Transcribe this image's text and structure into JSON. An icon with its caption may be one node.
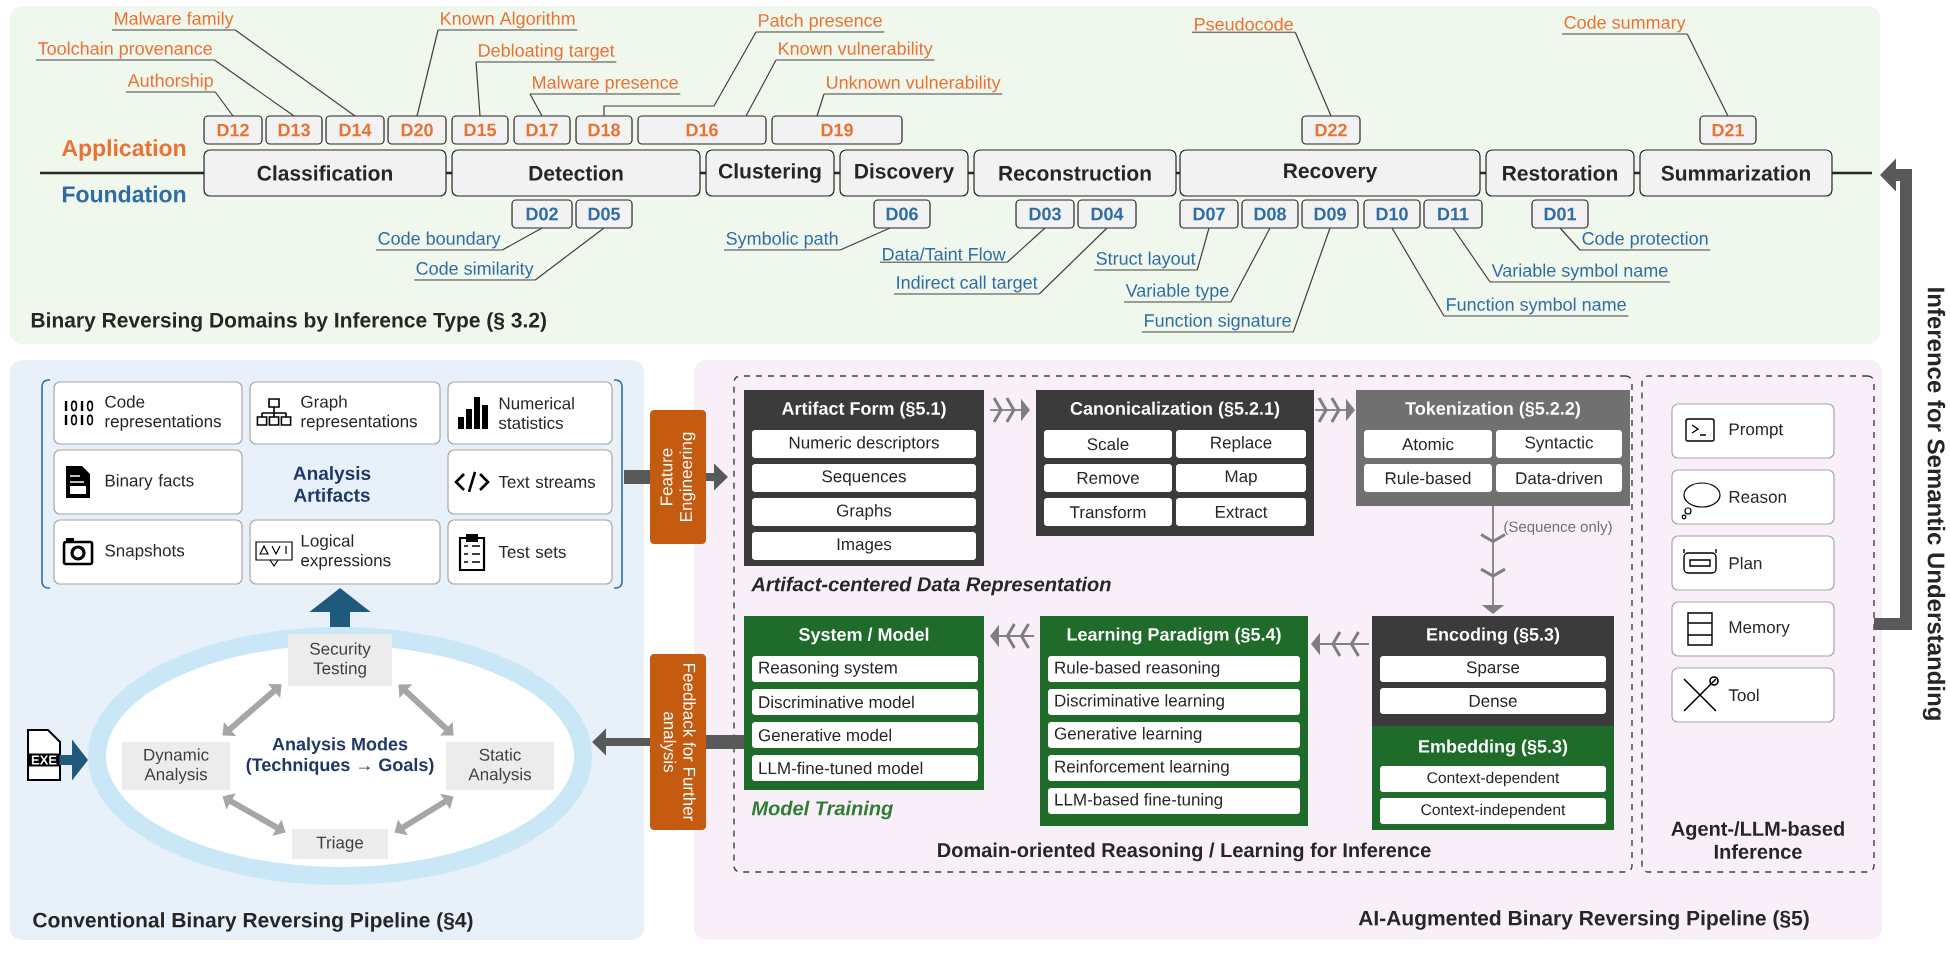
{
  "diagram": {
    "nodes": [
      {
        "text": [
          "Binary Reversing Domains by Inference Type (§ 3.2)"
        ]
      },
      {
        "text": [
          "Classification"
        ],
        "in": 0
      },
      {
        "text": [
          "Detection"
        ],
        "in": 0
      },
      {
        "text": [
          "Clustering"
        ],
        "in": 0
      },
      {
        "text": [
          "Discovery"
        ],
        "in": 0
      },
      {
        "text": [
          "Reconstruction"
        ],
        "in": 0
      },
      {
        "text": [
          "Recovery"
        ],
        "in": 0
      },
      {
        "text": [
          "Restoration"
        ],
        "in": 0
      },
      {
        "text": [
          "Summarization"
        ],
        "in": 0
      },
      {
        "text": [
          "D12"
        ],
        "in": 0
      },
      {
        "text": [
          "D13"
        ],
        "in": 0
      },
      {
        "text": [
          "D14"
        ],
        "in": 0
      },
      {
        "text": [
          "D20"
        ],
        "in": 0
      },
      {
        "text": [
          "D15"
        ],
        "in": 0
      },
      {
        "text": [
          "D17"
        ],
        "in": 0
      },
      {
        "text": [
          "D18"
        ],
        "in": 0
      },
      {
        "text": [
          "D16"
        ],
        "in": 0
      },
      {
        "text": [
          "D19"
        ],
        "in": 0
      },
      {
        "text": [
          "D22"
        ],
        "in": 0
      },
      {
        "text": [
          "D21"
        ],
        "in": 0
      },
      {
        "text": [
          "D02"
        ],
        "in": 0
      },
      {
        "text": [
          "D05"
        ],
        "in": 0
      },
      {
        "text": [
          "D06"
        ],
        "in": 0
      },
      {
        "text": [
          "D03"
        ],
        "in": 0
      },
      {
        "text": [
          "D04"
        ],
        "in": 0
      },
      {
        "text": [
          "D07"
        ],
        "in": 0
      },
      {
        "text": [
          "D08"
        ],
        "in": 0
      },
      {
        "text": [
          "D09"
        ],
        "in": 0
      },
      {
        "text": [
          "D10"
        ],
        "in": 0
      },
      {
        "text": [
          "D11"
        ],
        "in": 0
      },
      {
        "text": [
          "D01"
        ],
        "in": 0
      },
      {
        "text": [
          "Malware family"
        ],
        "in": 0
      },
      {
        "text": [
          "Toolchain provenance"
        ],
        "in": 0
      },
      {
        "text": [
          "Authorship"
        ],
        "in": 0
      },
      {
        "text": [
          "Known Algorithm"
        ],
        "in": 0
      },
      {
        "text": [
          "Debloating target"
        ],
        "in": 0
      },
      {
        "text": [
          "Malware presence"
        ],
        "in": 0
      },
      {
        "text": [
          "Patch presence"
        ],
        "in": 0
      },
      {
        "text": [
          "Known vulnerability"
        ],
        "in": 0
      },
      {
        "text": [
          "Unknown vulnerability"
        ],
        "in": 0
      },
      {
        "text": [
          "Pseudocode"
        ],
        "in": 0
      },
      {
        "text": [
          "Code summary"
        ],
        "in": 0
      },
      {
        "text": [
          "Code boundary"
        ],
        "in": 0
      },
      {
        "text": [
          "Code similarity"
        ],
        "in": 0
      },
      {
        "text": [
          "Symbolic path"
        ],
        "in": 0
      },
      {
        "text": [
          "Data/Taint Flow"
        ],
        "in": 0
      },
      {
        "text": [
          "Indirect call target"
        ],
        "in": 0
      },
      {
        "text": [
          "Struct layout"
        ],
        "in": 0
      },
      {
        "text": [
          "Variable type"
        ],
        "in": 0
      },
      {
        "text": [
          "Function signature"
        ],
        "in": 0
      },
      {
        "text": [
          "Function symbol name"
        ],
        "in": 0
      },
      {
        "text": [
          "Variable symbol name"
        ],
        "in": 0
      },
      {
        "text": [
          "Code protection"
        ],
        "in": 0
      },
      {
        "text": [
          "Conventional Binary Reversing Pipeline (§4)"
        ]
      },
      {
        "text": [
          "Analysis Artifacts"
        ],
        "in": 53
      },
      {
        "text": [
          "Code representations"
        ],
        "in": 54
      },
      {
        "text": [
          "Graph representations"
        ],
        "in": 54
      },
      {
        "text": [
          "Numerical statistics"
        ],
        "in": 54
      },
      {
        "text": [
          "Binary facts"
        ],
        "in": 54
      },
      {
        "text": [
          "Text streams"
        ],
        "in": 54
      },
      {
        "text": [
          "Snapshots"
        ],
        "in": 54
      },
      {
        "text": [
          "Logical expressions"
        ],
        "in": 54
      },
      {
        "text": [
          "Test sets"
        ],
        "in": 54
      },
      {
        "text": [
          "Analysis Modes (Techniques → Goals)"
        ],
        "in": 53
      },
      {
        "text": [
          "Security Testing"
        ],
        "in": 63
      },
      {
        "text": [
          "Dynamic Analysis"
        ],
        "in": 63
      },
      {
        "text": [
          "Static Analysis"
        ],
        "in": 63
      },
      {
        "text": [
          "Triage"
        ],
        "in": 63
      },
      {
        "text": [
          "EXE"
        ],
        "in": 53
      },
      {
        "text": [
          "Feature Engineering"
        ]
      },
      {
        "text": [
          "Feedback for Further analysis"
        ]
      },
      {
        "text": [
          "AI-Augmented Binary Reversing Pipeline (§5)"
        ]
      },
      {
        "text": [
          "Domain-oriented Reasoning / Learning for Inference"
        ],
        "in": 71
      },
      {
        "text": [
          "Artifact Form (§5.1)"
        ],
        "in": 72
      },
      {
        "text": [
          "Numeric descriptors"
        ],
        "in": 73
      },
      {
        "text": [
          "Sequences"
        ],
        "in": 73
      },
      {
        "text": [
          "Graphs"
        ],
        "in": 73
      },
      {
        "text": [
          "Images"
        ],
        "in": 73
      },
      {
        "text": [
          "Canonicalization (§5.2.1)"
        ],
        "in": 72
      },
      {
        "text": [
          "Scale"
        ],
        "in": 78
      },
      {
        "text": [
          "Replace"
        ],
        "in": 78
      },
      {
        "text": [
          "Remove"
        ],
        "in": 78
      },
      {
        "text": [
          "Map"
        ],
        "in": 78
      },
      {
        "text": [
          "Transform"
        ],
        "in": 78
      },
      {
        "text": [
          "Extract"
        ],
        "in": 78
      },
      {
        "text": [
          "Tokenization (§5.2.2)"
        ],
        "in": 72
      },
      {
        "text": [
          "Atomic"
        ],
        "in": 85
      },
      {
        "text": [
          "Syntactic"
        ],
        "in": 85
      },
      {
        "text": [
          "Rule-based"
        ],
        "in": 85
      },
      {
        "text": [
          "Data-driven"
        ],
        "in": 85
      },
      {
        "text": [
          "Encoding (§5.3)"
        ],
        "in": 72
      },
      {
        "text": [
          "Sparse"
        ],
        "in": 90
      },
      {
        "text": [
          "Dense"
        ],
        "in": 90
      },
      {
        "text": [
          "Embedding (§5.3)"
        ],
        "in": 72
      },
      {
        "text": [
          "Context-dependent"
        ],
        "in": 93
      },
      {
        "text": [
          "Context-independent"
        ],
        "in": 93
      },
      {
        "text": [
          "Learning Paradigm (§5.4)"
        ],
        "in": 72
      },
      {
        "text": [
          "Rule-based reasoning"
        ],
        "in": 96
      },
      {
        "text": [
          "Discriminative learning"
        ],
        "in": 96
      },
      {
        "text": [
          "Generative learning"
        ],
        "in": 96
      },
      {
        "text": [
          "Reinforcement learning"
        ],
        "in": 96
      },
      {
        "text": [
          "LLM-based fine-tuning"
        ],
        "in": 96
      },
      {
        "text": [
          "System / Model"
        ],
        "in": 72
      },
      {
        "text": [
          "Reasoning system"
        ],
        "in": 102
      },
      {
        "text": [
          "Discriminative model"
        ],
        "in": 102
      },
      {
        "text": [
          "Generative model"
        ],
        "in": 102
      },
      {
        "text": [
          "LLM-fine-tuned model"
        ],
        "in": 102
      },
      {
        "text": [
          "Agent-/LLM-based Inference"
        ],
        "in": 71
      },
      {
        "text": [
          "Prompt"
        ],
        "in": 107
      },
      {
        "text": [
          "Reason"
        ],
        "in": 107
      },
      {
        "text": [
          "Plan"
        ],
        "in": 107
      },
      {
        "text": [
          "Memory"
        ],
        "in": 107
      },
      {
        "text": [
          "Tool"
        ],
        "in": 107
      }
    ],
    "edges": [
      {
        "from": 31,
        "to": 11,
        "arrow": "none"
      },
      {
        "from": 32,
        "to": 10,
        "arrow": "none"
      },
      {
        "from": 33,
        "to": 9,
        "arrow": "none"
      },
      {
        "from": 34,
        "to": 12,
        "arrow": "none"
      },
      {
        "from": 35,
        "to": 13,
        "arrow": "none"
      },
      {
        "from": 36,
        "to": 14,
        "arrow": "none"
      },
      {
        "from": 37,
        "to": 15,
        "arrow": "none"
      },
      {
        "from": 38,
        "to": 16,
        "arrow": "none"
      },
      {
        "from": 39,
        "to": 17,
        "arrow": "none"
      },
      {
        "from": 40,
        "to": 18,
        "arrow": "none"
      },
      {
        "from": 41,
        "to": 19,
        "arrow": "none"
      },
      {
        "from": 42,
        "to": 20,
        "arrow": "none"
      },
      {
        "from": 43,
        "to": 21,
        "arrow": "none"
      },
      {
        "from": 44,
        "to": 22,
        "arrow": "none"
      },
      {
        "from": 45,
        "to": 23,
        "arrow": "none"
      },
      {
        "from": 46,
        "to": 24,
        "arrow": "none"
      },
      {
        "from": 47,
        "to": 25,
        "arrow": "none"
      },
      {
        "from": 48,
        "to": 26,
        "arrow": "none"
      },
      {
        "from": 49,
        "to": 27,
        "arrow": "none"
      },
      {
        "from": 50,
        "to": 28,
        "arrow": "none"
      },
      {
        "from": 51,
        "to": 29,
        "arrow": "none"
      },
      {
        "from": 52,
        "to": 30,
        "arrow": "none"
      },
      {
        "from": 65,
        "to": 64,
        "arrow": "both",
        "style": "thick",
        "color": "#a6a6a6"
      },
      {
        "from": 64,
        "to": 66,
        "arrow": "both",
        "style": "thick",
        "color": "#a6a6a6"
      },
      {
        "from": 65,
        "to": 67,
        "arrow": "both",
        "style": "thick",
        "color": "#a6a6a6"
      },
      {
        "from": 66,
        "to": 67,
        "arrow": "both",
        "style": "thick",
        "color": "#a6a6a6"
      },
      {
        "from": 63,
        "to": 54,
        "arrow": "to",
        "style": "thick",
        "color": "#1f5a7d"
      },
      {
        "from": 68,
        "to": 63,
        "arrow": "to",
        "style": "thick",
        "color": "#1f5a7d"
      },
      {
        "from": 54,
        "to": 69,
        "arrow": "none",
        "style": "thick",
        "color": "#595959"
      },
      {
        "from": 69,
        "to": 73,
        "arrow": "to",
        "style": "thick",
        "color": "#595959"
      },
      {
        "from": 102,
        "to": 70,
        "arrow": "none",
        "style": "thick",
        "color": "#595959"
      },
      {
        "from": 70,
        "to": 63,
        "arrow": "to",
        "style": "thick",
        "color": "#595959"
      },
      {
        "from": 73,
        "to": 78,
        "arrow": "to",
        "color": "#7f7f7f"
      },
      {
        "from": 78,
        "to": 85,
        "arrow": "to",
        "color": "#7f7f7f"
      },
      {
        "from": 85,
        "to": 90,
        "arrow": "to",
        "color": "#7f7f7f"
      },
      {
        "from": 90,
        "to": 96,
        "arrow": "to",
        "color": "#7f7f7f"
      },
      {
        "from": 96,
        "to": 102,
        "arrow": "to",
        "color": "#7f7f7f"
      },
      {
        "from": 107,
        "to": 0,
        "arrow": "to",
        "style": "thick",
        "color": "#595959",
        "label": "Inference for Semantic Understanding"
      }
    ],
    "labels": [
      "Application",
      "Foundation",
      "Artifact-centered Data Representation",
      "(Sequence only)",
      "Model Training"
    ]
  }
}
